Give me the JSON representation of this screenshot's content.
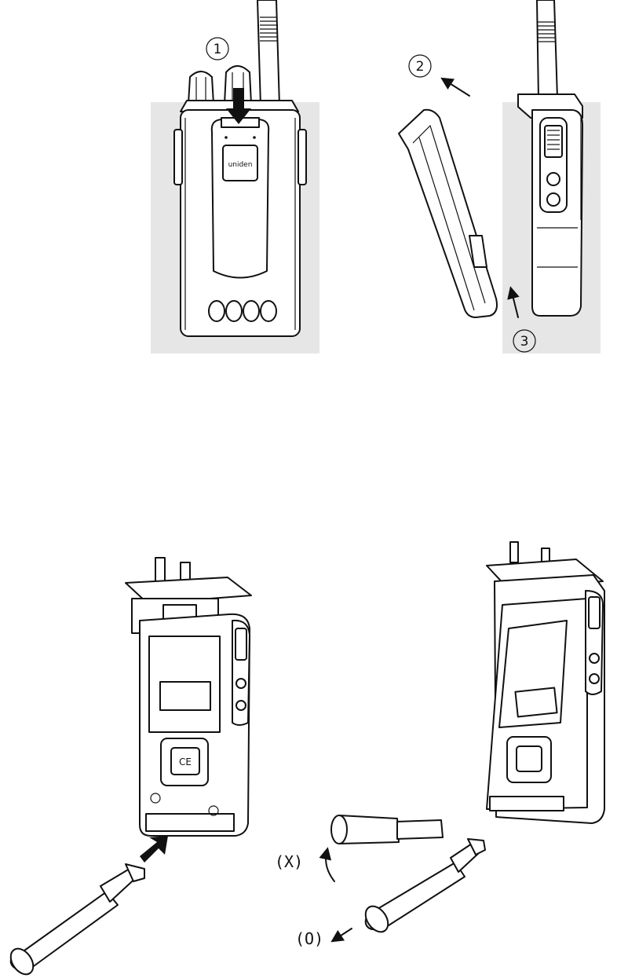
{
  "callouts": {
    "step1": "1",
    "step2": "2",
    "step3": "3"
  },
  "labels": {
    "x_mark": "(X)",
    "o_mark": "(O)"
  },
  "colors": {
    "line": "#111111",
    "background": "#ffffff",
    "shade": "#e6e6e6"
  }
}
